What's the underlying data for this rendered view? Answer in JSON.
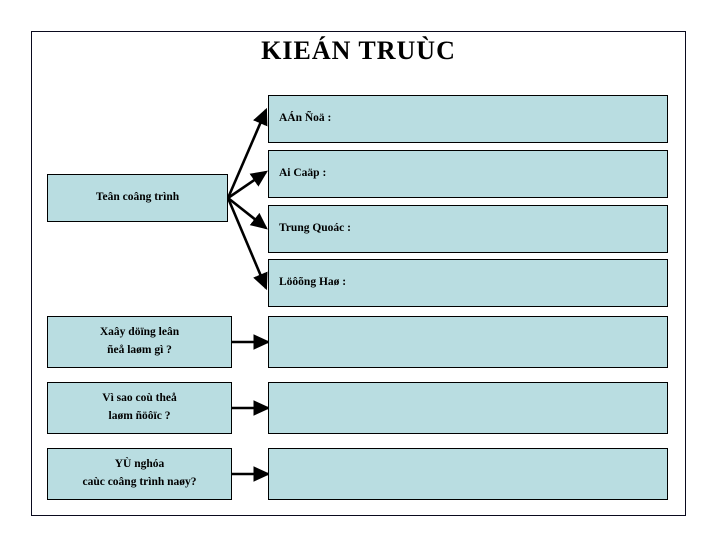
{
  "slide": {
    "title": "KIEÁN TRUÙC",
    "background_color": "#ffffff",
    "frame_color": "#0a0a1e",
    "box_fill_color": "#b9dde1",
    "box_border_color": "#000000",
    "text_color": "#000000"
  },
  "main_node": {
    "label": "Teân coâng trình"
  },
  "branches": [
    {
      "label": "AÁn Ñoä :"
    },
    {
      "label": "Ai Caäp :"
    },
    {
      "label": "Trung Quoác :"
    },
    {
      "label": "Löôõng Haø :"
    }
  ],
  "questions": [
    {
      "line1": "Xaây döïng leân",
      "line2": "ñeå laøm gì ?",
      "answer": ""
    },
    {
      "line1": "Vì sao coù theå",
      "line2": "laøm ñöôïc ?",
      "answer": ""
    },
    {
      "line1": "YÙ nghóa",
      "line2": "caùc coâng trình naøy?",
      "answer": ""
    }
  ]
}
